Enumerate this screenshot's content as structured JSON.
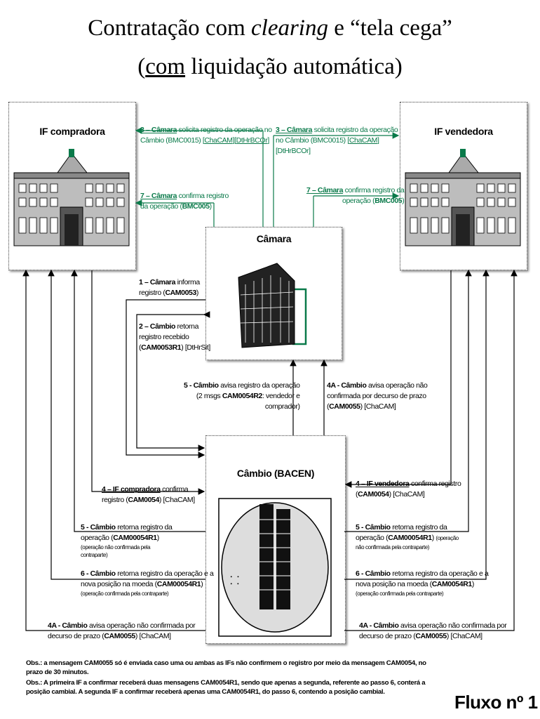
{
  "title": {
    "line1_prefix": "Contratação com ",
    "line1_italic": "clearing",
    "line1_suffix": " e “tela cega”",
    "line2_open": "(",
    "line2_underlined": "com",
    "line2_rest": " liquidação automática)"
  },
  "boxes": {
    "buyer": "IF compradora",
    "seller": "IF vendedora",
    "camara": "Câmara",
    "cambio": "Câmbio (BACEN)"
  },
  "messages": {
    "m3_left": {
      "step": "3 – Câmara",
      "text1": " solicita registro da operação no",
      "text2": "Câmbio (BMC0015) [",
      "code1": "ChaCAM",
      "mid": "][",
      "code2": "DtHrBCOr",
      "end": "]"
    },
    "m3_right": {
      "step": "3 – Câmara",
      "text1": " solicita registro da operação",
      "text2": "no Câmbio (BMC0015) [",
      "code1": "ChaCAM",
      "end1": "]",
      "line3": "[DtHrBCOr]"
    },
    "m7_left": {
      "step": "7 – Câmara",
      "text1": " confirma registro",
      "text2": "da operação (",
      "code": "BMC005",
      "end": ")"
    },
    "m7_right": {
      "step": "7 – Câmara",
      "text1": " confirma registro da",
      "text2": "operação (",
      "code": "BMC005",
      "end": ")"
    },
    "m1": {
      "step": "1 – Câmara",
      "text1": " informa",
      "text2": "registro (",
      "code": "CAM0053",
      "end": ")"
    },
    "m2": {
      "step": "2 – Câmbio",
      "text1": " retorna",
      "text2": "registro recebido",
      "code": "CAM0053R1",
      "end": ") [DtHrSit]"
    },
    "m5c": {
      "step": "5 - Câmbio",
      "text1": " avisa registro da operação",
      "text2a": "(2 msgs ",
      "code": "CAM0054R2",
      "text2b": ": vendedor e",
      "text3": "comprador)"
    },
    "m4a_c": {
      "step": "4A - Câmbio",
      "text1": " avisa operação não",
      "text2": "confirmada por decurso de prazo",
      "code": "CAM0055",
      "end": ") [ChaCAM]"
    },
    "m4_left": {
      "step": "4 – IF compradora",
      "text1": " confirma",
      "text2": "registro (",
      "code": "CAM0054",
      "end": ") [ChaCAM]"
    },
    "m4_right": {
      "step": "4 – IF vendedora",
      "text1": " confirma registro",
      "code": "CAM0054",
      "end": ") [ChaCAM]"
    },
    "m5_left": {
      "step": "5 - Câmbio",
      "text1": " retorna registro da",
      "text2": "operação (",
      "code": "CAM00054R1",
      "end": ")",
      "small1": "(operação não confirmada pela",
      "small2": "contraparte)"
    },
    "m5_right": {
      "step": "5 - Câmbio",
      "text1": " retorna registro da",
      "text2": "operação (",
      "code": "CAM00054R1",
      "end": ") ",
      "small_inline": "(operação",
      "small2": "não confirmada pela contraparte)"
    },
    "m6_left": {
      "step": "6 - Câmbio",
      "text1": " retorna registro da operação e a",
      "text2": "nova posição na moeda (",
      "code": "CAM00054R1",
      "end": ")",
      "small": "(operação confirmada pela contraparte)"
    },
    "m6_right": {
      "step": "6 - Câmbio",
      "text1": " retorna registro da operação e a",
      "text2": "nova posição na moeda (",
      "code": "CAM0054R1",
      "end": ")",
      "small": "(operação confirmada pela contraparte)"
    },
    "m4a_left": {
      "step": "4A - Câmbio",
      "text1": " avisa operação não confirmada por",
      "text2": "decurso de prazo (",
      "code": "CAM0055",
      "end": ") [ChaCAM]"
    },
    "m4a_right": {
      "step": "4A - Câmbio",
      "text1": " avisa operação  não confirmada por",
      "text2": "decurso de prazo (",
      "code": "CAM0055",
      "end": ") [ChaCAM]"
    }
  },
  "notes": {
    "obs1": "Obs.: a mensagem CAM0055 só é enviada caso uma ou ambas as IFs não confirmem o registro por meio da mensagem CAM0054, no prazo de 30 minutos.",
    "obs2": "Obs.: A primeira IF a confirmar receberá duas mensagens CAM0054R1, sendo que apenas a segunda, referente ao passo 6, conterá a posição cambial. A segunda IF a confirmar receberá apenas uma CAM0054R1, do passo 6, contendo a posição cambial."
  },
  "flow_label": "Fluxo nº 1",
  "colors": {
    "green": "#0a7a4a",
    "line": "#000000"
  }
}
